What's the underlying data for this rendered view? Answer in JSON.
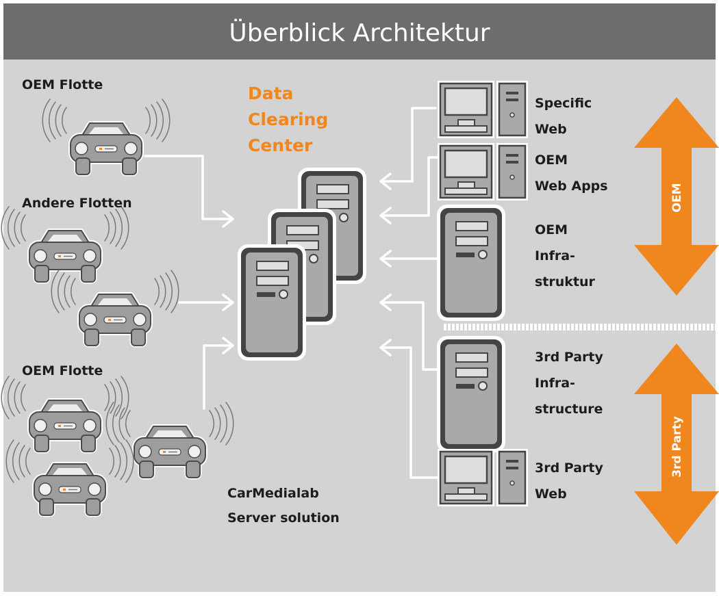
{
  "title": "Überblick Architektur",
  "center": {
    "lines": [
      "Data",
      "Clearing",
      "Center"
    ]
  },
  "fleets": [
    {
      "label": "OEM Flotte"
    },
    {
      "label": "Andere Flotten"
    },
    {
      "label": "OEM Flotte"
    }
  ],
  "clients": [
    {
      "lines": [
        "Specific",
        "Web"
      ]
    },
    {
      "lines": [
        "OEM",
        "Web Apps"
      ]
    },
    {
      "lines": [
        "OEM",
        "Infra-",
        "struktur"
      ]
    },
    {
      "lines": [
        "3rd Party",
        "Infra-",
        "structure"
      ]
    },
    {
      "lines": [
        "3rd Party",
        "Web"
      ]
    }
  ],
  "solution": {
    "lines": [
      "CarMedialab",
      "Server solution"
    ]
  },
  "bands": [
    {
      "label": "OEM"
    },
    {
      "label": "3rd Party"
    }
  ],
  "colors": {
    "header": "#6d6d6d",
    "background": "#d3d3d3",
    "accent": "#f0871e",
    "device_fill": "#a8a8a8",
    "device_stroke": "#454545",
    "connector": "#ffffff"
  }
}
